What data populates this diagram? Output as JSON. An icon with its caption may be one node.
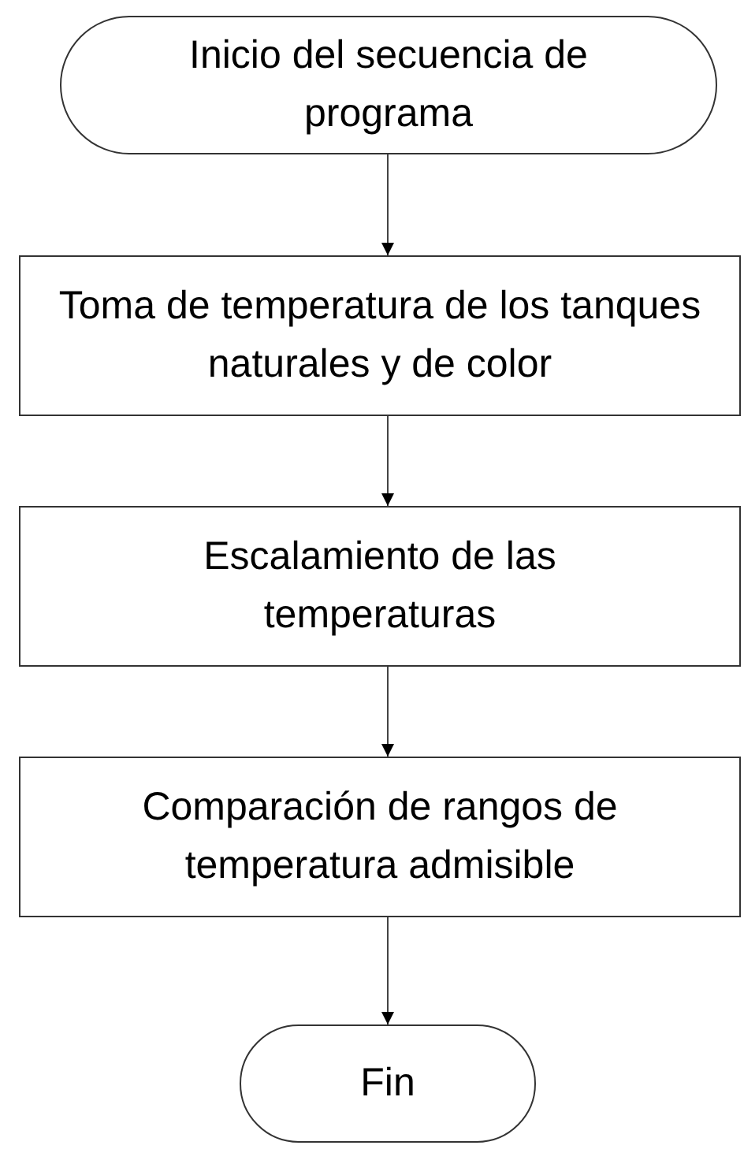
{
  "diagram": {
    "nodes": [
      {
        "text": [
          "Inicio del secuencia de programa"
        ]
      },
      {
        "text": [
          "Toma de temperatura de los tanques naturales y de color"
        ]
      },
      {
        "text": [
          "Escalamiento de las temperaturas"
        ]
      },
      {
        "text": [
          "Comparación de rangos de temperatura admisible"
        ]
      },
      {
        "text": [
          "Fin"
        ]
      }
    ],
    "edges": [
      {
        "from": 0,
        "to": 1,
        "arrow": "to"
      },
      {
        "from": 1,
        "to": 2,
        "arrow": "to"
      },
      {
        "from": 2,
        "to": 3,
        "arrow": "to"
      },
      {
        "from": 3,
        "to": 4,
        "arrow": "to"
      }
    ]
  }
}
